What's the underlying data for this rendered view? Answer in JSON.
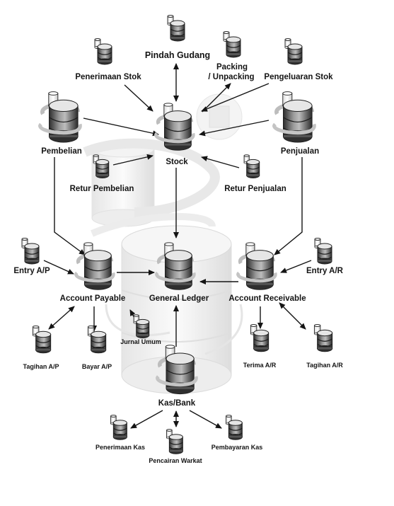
{
  "diagram": {
    "nodes": {
      "pindah_gudang": "Pindah Gudang",
      "packing_line1": "Packing",
      "packing_line2": "/ Unpacking",
      "penerimaan_stok": "Penerimaan Stok",
      "pengeluaran_stok": "Pengeluaran Stok",
      "pembelian": "Pembelian",
      "penjualan": "Penjualan",
      "stock": "Stock",
      "retur_pembelian": "Retur Pembelian",
      "retur_penjualan": "Retur Penjualan",
      "entry_ap": "Entry A/P",
      "entry_ar": "Entry A/R",
      "account_payable": "Account Payable",
      "general_ledger": "General Ledger",
      "account_receivable": "Account Receivable",
      "jurnal_umum": "Jurnal Umum",
      "tagihan_ap": "Tagihan A/P",
      "bayar_ap": "Bayar A/P",
      "terima_ar": "Terima A/R",
      "tagihan_ar": "Tagihan A/R",
      "kas_bank": "Kas/Bank",
      "penerimaan_kas": "Penerimaan Kas",
      "pencairan_warkat": "Pencairan Warkat",
      "pembayaran_kas": "Pembayaran Kas"
    },
    "icon": "database-icon",
    "colors": {
      "ink": "#141414",
      "db_dark": "#3a3a3a",
      "db_light": "#e8e8e8",
      "background_art": "#dcdcdc"
    }
  }
}
